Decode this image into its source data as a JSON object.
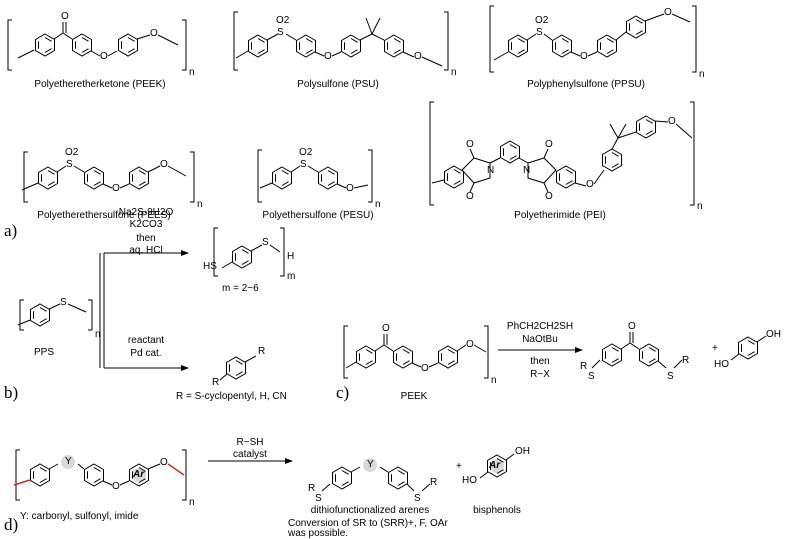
{
  "panels": {
    "a": "a)",
    "b": "b)",
    "c": "c)",
    "d": "d)"
  },
  "polymers": {
    "peek": "Polyetheretherketone (PEEK)",
    "psu": "Polysulfone (PSU)",
    "ppsu": "Polyphenylsulfone (PPSU)",
    "pees": "Polyetherethersulfone (PEES)",
    "pesu": "Polyethersulfone (PESU)",
    "pei": "Polyetherimide (PEI)"
  },
  "atoms": {
    "o": "O",
    "o2": "O2",
    "s": "S",
    "n": "N",
    "h": "H",
    "hs": "HS",
    "ho": "HO",
    "oh": "OH",
    "r": "R",
    "y": "Y",
    "ar": "Ar",
    "sub_n": "n",
    "sub_m": "m"
  },
  "b": {
    "reagent1_line1": "Na2S·9H2O",
    "reagent1_line2": "K2CO3",
    "reagent1_line3": "then",
    "reagent1_line4": "aq. HCl",
    "reagent2_line1": "reactant",
    "reagent2_line2": "Pd cat.",
    "start_label": "PPS",
    "m_range": "m = 2~6",
    "r_def": "R = S-cyclopentyl, H, CN"
  },
  "c": {
    "reagent_line1": "PhCH2CH2SH",
    "reagent_line2": "NaOtBu",
    "reagent_line3": "then",
    "reagent_line4": "R−X",
    "start_label": "PEEK",
    "plus": "+"
  },
  "d": {
    "reagent_line1": "R−SH",
    "reagent_line2": "catalyst",
    "y_def": "Y: carbonyl, sulfonyl, imide",
    "product1": "dithiofunctionalized arenes",
    "product2": "bisphenols",
    "plus": "+",
    "note_line1": "Conversion of SR  to (SRR)+, F, OAr",
    "note_line2": "was possible."
  }
}
